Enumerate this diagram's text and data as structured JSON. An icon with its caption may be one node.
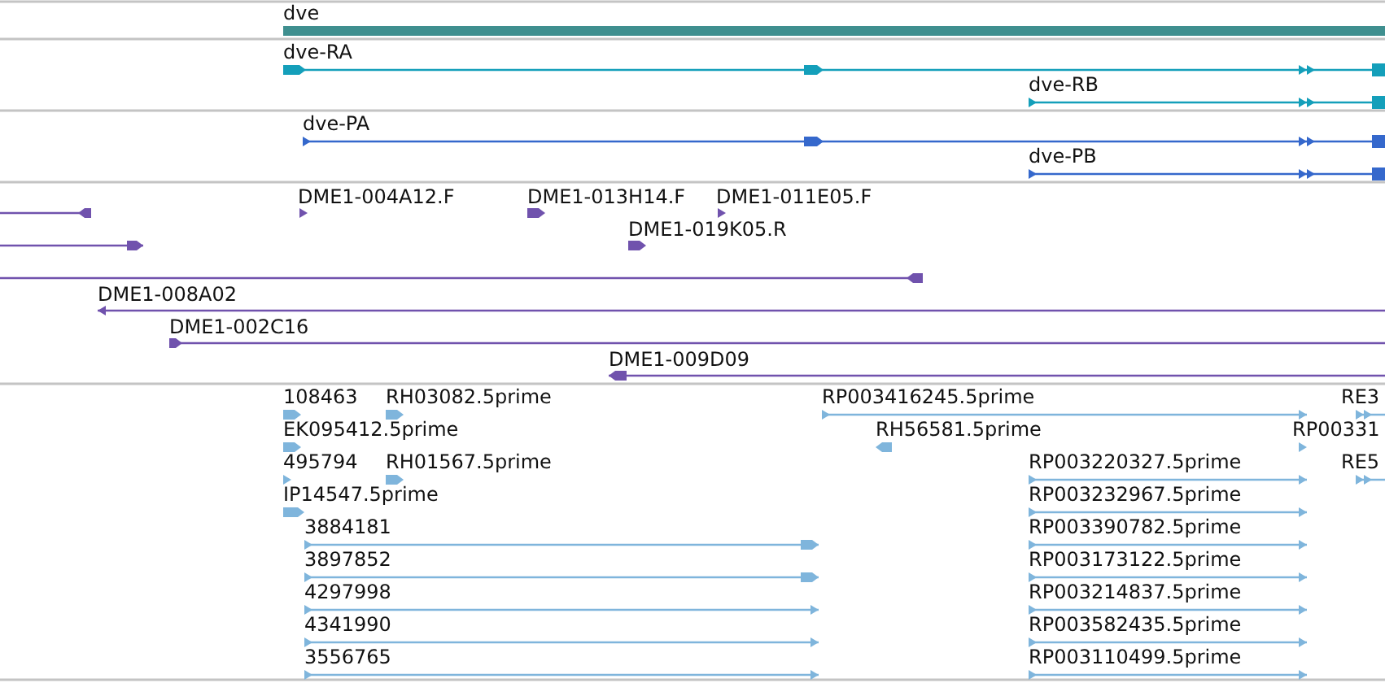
{
  "diagram": {
    "labels": [
      "dve",
      "dve-RA",
      "dve-RB",
      "dve-PA",
      "dve-PB",
      "DME1-004A12.F",
      "DME1-013H14.F",
      "DME1-011E05.F",
      "DME1-019K05.R",
      "DME1-008A02",
      "DME1-002C16",
      "DME1-009D09",
      "108463",
      "RH03082.5prime",
      "RP003416245.5prime",
      "RE3",
      "EK095412.5prime",
      "RH56581.5prime",
      "RP00331",
      "495794",
      "RH01567.5prime",
      "RP003220327.5prime",
      "RE5",
      "IP14547.5prime",
      "RP003232967.5prime",
      "3884181",
      "RP003390782.5prime",
      "3897852",
      "RP003173122.5prime",
      "4297998",
      "RP003214837.5prime",
      "4341990",
      "RP003582435.5prime",
      "3556765",
      "RP003110499.5prime"
    ]
  }
}
